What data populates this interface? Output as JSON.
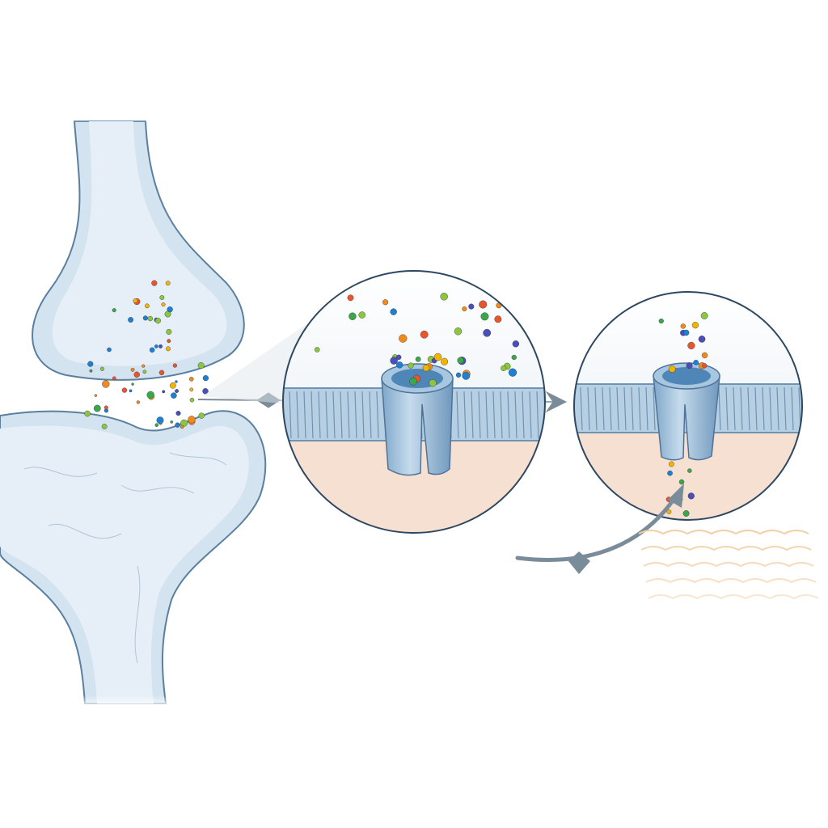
{
  "colors": {
    "background": "#ffffff",
    "neuron_fill": "#d3e3f0",
    "neuron_inner": "#e6eff7",
    "neuron_outline": "#5b7f9f",
    "circle_outline": "#2e4862",
    "extracellular": "#eef3f7",
    "membrane": "#a9c6de",
    "membrane_dark": "#6f93b3",
    "cytoplasm": "#f5e0d2",
    "channel": "#9dbfdc",
    "arrow": "#7a8c99",
    "wave": "#f3cfa5"
  },
  "particle_colors": [
    "#3aa84a",
    "#1f7fd1",
    "#f2b400",
    "#e8552c",
    "#8cc63f",
    "#4a4fb8",
    "#f08a1c"
  ],
  "icons": [
    "synapse-illustration",
    "ion-channel",
    "arrow-right",
    "curved-arrow"
  ]
}
